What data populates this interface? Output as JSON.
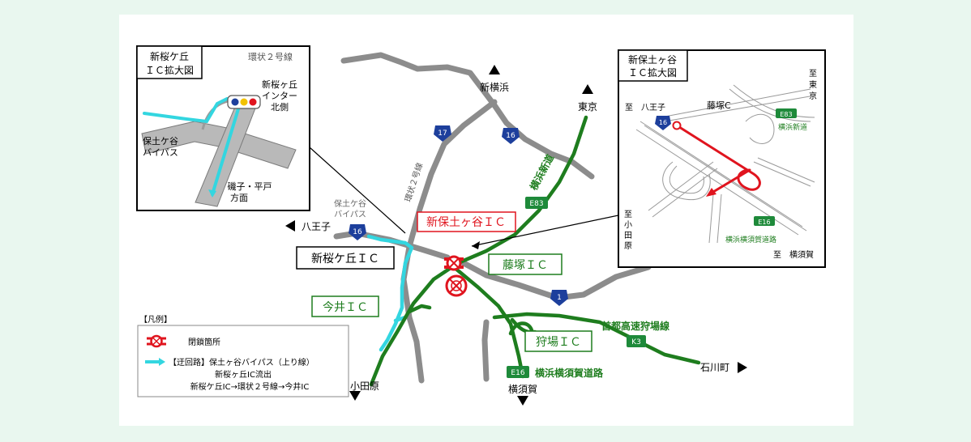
{
  "colors": {
    "page_bg": "#e9f7ef",
    "map_bg": "#ffffff",
    "general_road": "#8c8c8c",
    "expressway": "#1e7d1e",
    "detour": "#33d6e0",
    "closure": "#e0141e",
    "route_shield": "#1d3f9c",
    "expressway_sign": "#1e8a3a"
  },
  "inset_left": {
    "title_line1": "新桜ケ丘",
    "title_line2": "ＩＣ拡大図",
    "road_label": "環状２号線",
    "signal_label_line1": "新桜ヶ丘",
    "signal_label_line2": "インター",
    "signal_label_line3": "北側",
    "bypass_line1": "保土ケ谷",
    "bypass_line2": "バイパス",
    "direction_line1": "磯子・平戸",
    "direction_line2": "方面"
  },
  "inset_right": {
    "title_line1": "新保土ヶ谷",
    "title_line2": "ＩＣ拡大図",
    "dir_tokyo_1": "至",
    "dir_tokyo_2": "東",
    "dir_tokyo_3": "京",
    "dir_hachioji": "至　八王子",
    "fujitsuka": "藤塚C",
    "sign_e83": "E83",
    "yokohama_shindo": "横浜新道",
    "route16": "16",
    "dir_odawara_1": "至",
    "dir_odawara_2": "小",
    "dir_odawara_3": "田",
    "dir_odawara_4": "原",
    "sign_e16": "E16",
    "yokoyoko": "横浜横須賀道路",
    "dir_yokosuka": "至　横須賀"
  },
  "main": {
    "shin_yokohama": "新横浜",
    "tokyo": "東京",
    "hachioji": "八王子",
    "odawara": "小田原",
    "yokosuka": "横須賀",
    "ishikawacho": "石川町",
    "kanjo2": "環状２号線",
    "hodogaya_bp_line1": "保土ケ谷",
    "hodogaya_bp_line2": "バイパス",
    "yokohama_shindo": "横浜新道",
    "shuto_kariba": "首都高速狩場線",
    "yokoyoko": "横浜横須賀道路",
    "route17": "17",
    "route16a": "16",
    "route16b": "16",
    "route1": "1",
    "sign_e83": "E83",
    "sign_e16": "E16",
    "sign_k3": "K3"
  },
  "ic_labels": {
    "shin_hodogaya": "新保土ヶ谷ＩＣ",
    "shin_sakuragaoka": "新桜ケ丘ＩＣ",
    "fujitsuka": "藤塚ＩＣ",
    "imai": "今井ＩＣ",
    "kariba": "狩場ＩＣ"
  },
  "legend": {
    "title": "【凡例】",
    "closure": "閉鎖箇所",
    "detour_line1": "【迂回路】保土ヶ谷バイパス（上り線）",
    "detour_line2": "新桜ヶ丘IC流出",
    "detour_line3": "新桜ケ丘IC→環状２号線→今井IC"
  }
}
